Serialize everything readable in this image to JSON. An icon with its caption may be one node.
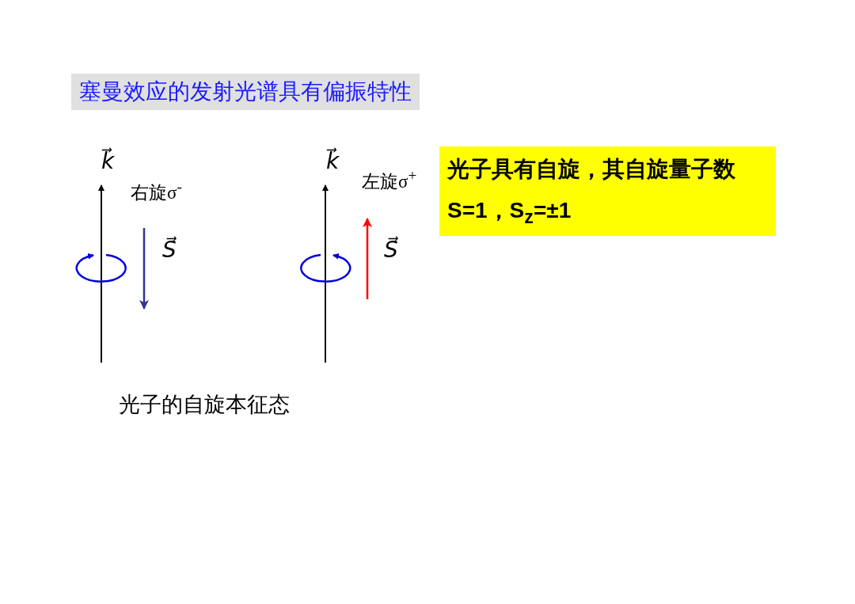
{
  "diagram": {
    "title": "塞曼效应的发射光谱具有偏振特性",
    "nodes": [
      {
        "text": [
          "光子具有自旋，其自旋量子数",
          "S=1，S$_{z}$=±1"
        ]
      }
    ],
    "labels": [
      "k⃗",
      "右旋σ$^{-}$",
      "S⃗",
      "k⃗",
      "左旋σ$^{+}$",
      "S⃗",
      "光子的自旋本征态"
    ]
  }
}
